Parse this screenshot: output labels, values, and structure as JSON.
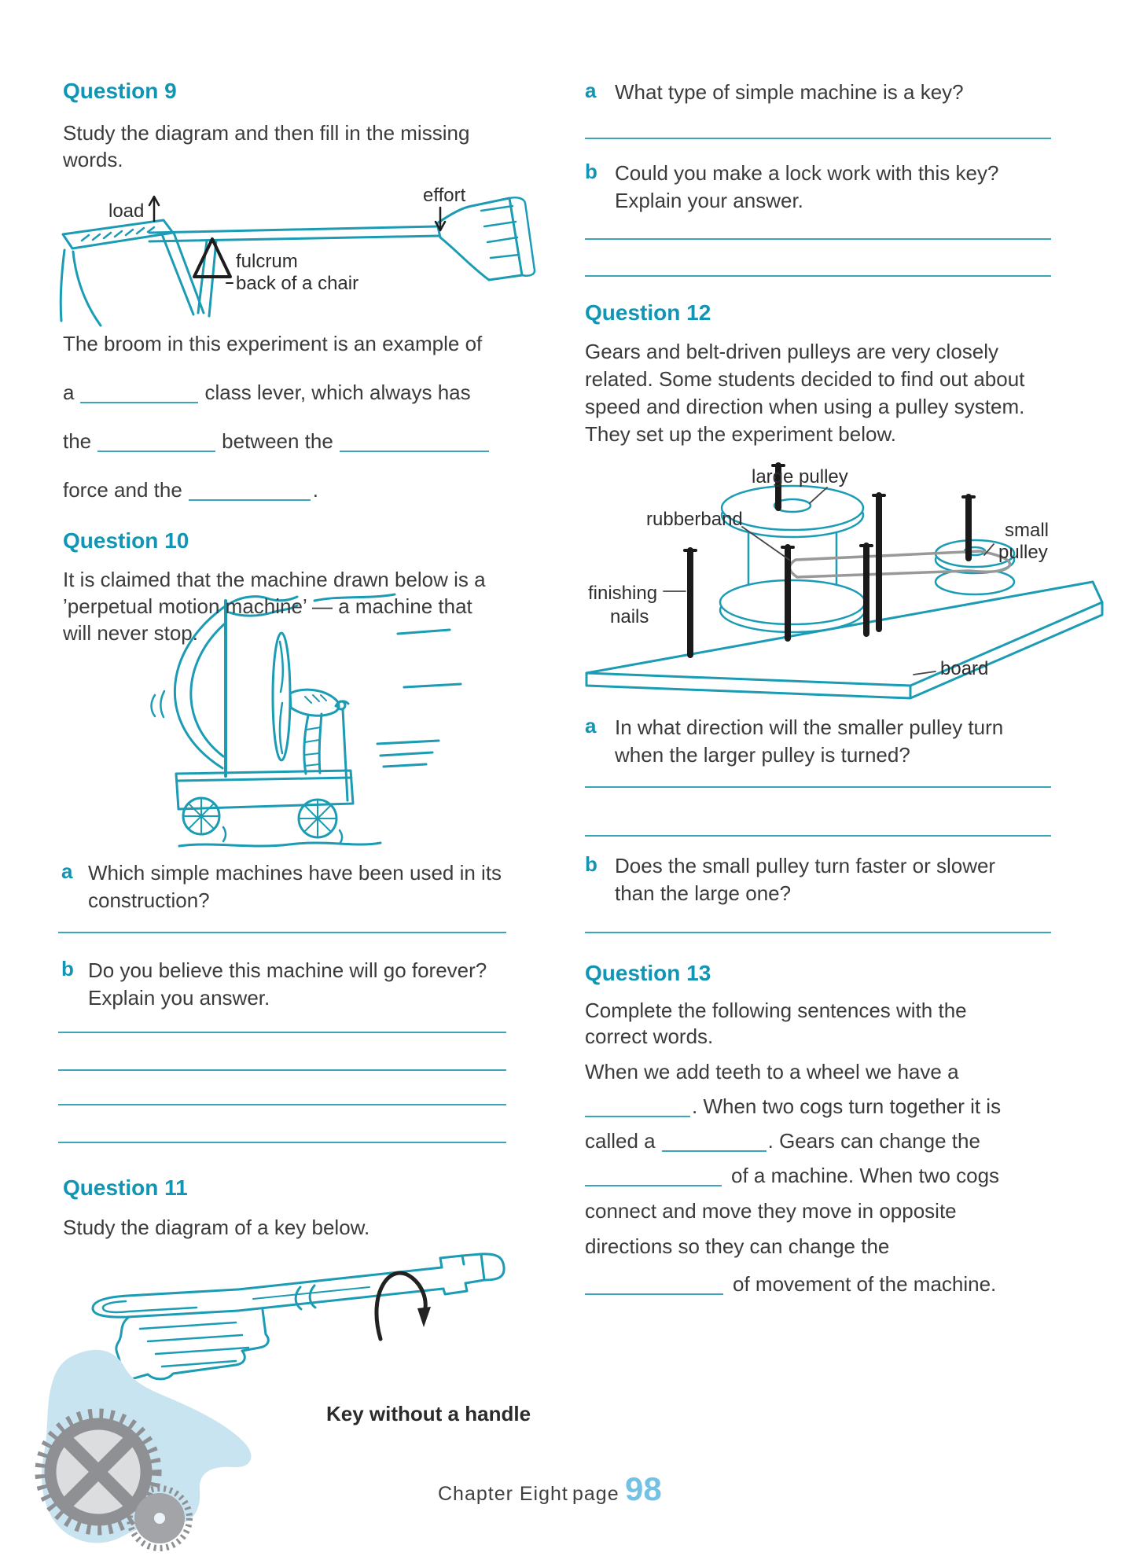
{
  "colors": {
    "heading_teal": "#1295b4",
    "drawing_teal": "#1b9cb4",
    "body_text": "#3b3b3b",
    "answer_line_teal": "#3fa3b9",
    "page_number_blue": "#73c1e4",
    "blob_light_blue": "#c9e4f1",
    "gear_gray": "#8f9093"
  },
  "q9": {
    "title": "Question 9",
    "intro": [
      "Study the diagram and then fill in the missing",
      "words."
    ],
    "diagram": {
      "load": "load",
      "effort": "effort",
      "fulcrum": "fulcrum",
      "chair": "back of a chair"
    },
    "fill": {
      "l1": "The broom in this experiment is an example of",
      "l2a": "a",
      "l2b": "class lever, which always has",
      "l3a": "the",
      "l3b": "between the",
      "l4a": "force and the",
      "l4b": "."
    }
  },
  "q10": {
    "title": "Question 10",
    "intro": [
      "It is claimed that the machine drawn below is a",
      "’perpetual motion machine’ — a machine that",
      "will never stop."
    ],
    "a_label": "a",
    "a_lines": [
      "Which simple machines have been used in its",
      "construction?"
    ],
    "b_label": "b",
    "b_lines": [
      "Do you believe this machine will go forever?",
      "Explain you answer."
    ]
  },
  "q11": {
    "title": "Question 11",
    "intro": "Study the diagram of a key below.",
    "caption": "Key without a handle",
    "a_label": "a",
    "a_lines": [
      "What type of simple machine is a key?"
    ],
    "b_label": "b",
    "b_lines": [
      "Could you make a lock work with this key?",
      "Explain your answer."
    ]
  },
  "q12": {
    "title": "Question 12",
    "intro": [
      "Gears and belt-driven pulleys are very closely",
      "related. Some students decided to find out about",
      "speed and direction when using a pulley system.",
      "They set up the experiment below."
    ],
    "diagram": {
      "large_pulley": "large pulley",
      "rubberband": "rubberband",
      "small_1": "small",
      "small_2": "pulley",
      "finishing_1": "finishing",
      "finishing_2": "nails",
      "board": "board"
    },
    "a_label": "a",
    "a_lines": [
      "In what direction will the smaller pulley turn",
      "when the larger pulley is turned?"
    ],
    "b_label": "b",
    "b_lines": [
      "Does the small pulley turn faster or slower",
      "than the large one?"
    ]
  },
  "q13": {
    "title": "Question 13",
    "intro": [
      "Complete the following sentences with the",
      "correct words."
    ],
    "fill": {
      "l1": "When we add teeth to a wheel we have a",
      "l2b": ". When two cogs turn together it is",
      "l3a": "called a",
      "l3b": ". Gears can change the",
      "l4b": "of a machine. When two cogs",
      "l5": "connect and move they move in opposite",
      "l6": "directions so they can change the",
      "l7b": "of movement of the machine."
    }
  },
  "footer": {
    "chapter": "Chapter Eight",
    "page_word": "page",
    "page_number": "98"
  }
}
